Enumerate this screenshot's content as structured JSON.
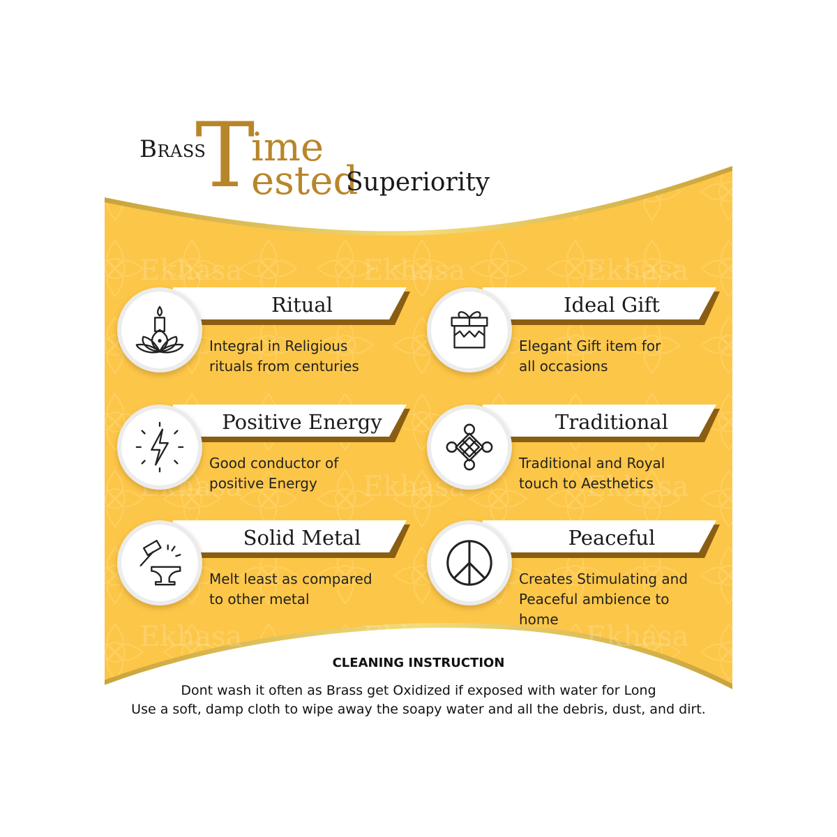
{
  "title": {
    "brass": "Brass",
    "time": "Time",
    "tested": "Tested",
    "superiority": "Superiority"
  },
  "features": [
    {
      "title": "Ritual",
      "desc_lines": [
        "Integral in Religious",
        "rituals from centuries"
      ],
      "icon": "candle-lotus-icon"
    },
    {
      "title": "Ideal Gift",
      "desc_lines": [
        "Elegant Gift item for",
        "all occasions"
      ],
      "icon": "gift-box-icon"
    },
    {
      "title": "Positive Energy",
      "desc_lines": [
        "Good conductor of",
        "positive Energy"
      ],
      "icon": "lightning-energy-icon"
    },
    {
      "title": "Traditional",
      "desc_lines": [
        "Traditional and Royal",
        "touch to Aesthetics"
      ],
      "icon": "endless-knot-icon"
    },
    {
      "title": "Solid Metal",
      "desc_lines": [
        "Melt least as compared",
        "to other metal"
      ],
      "icon": "hammer-anvil-icon"
    },
    {
      "title": "Peaceful",
      "desc_lines": [
        "Creates Stimulating and",
        "Peaceful ambience to",
        "home"
      ],
      "icon": "peace-sign-icon"
    }
  ],
  "cleaning": {
    "title": "CLEANING INSTRUCTION",
    "line1": "Dont wash it often as Brass get Oxidized if exposed with water for Long",
    "line2": "Use a soft, damp cloth to wipe away the soapy water and all the debris, dust, and dirt."
  },
  "watermark": "Ekhasa",
  "colors": {
    "panel_yellow": "#fcc648",
    "gold": "#b8862a",
    "ribbon_shadow": "#8a5e12"
  }
}
